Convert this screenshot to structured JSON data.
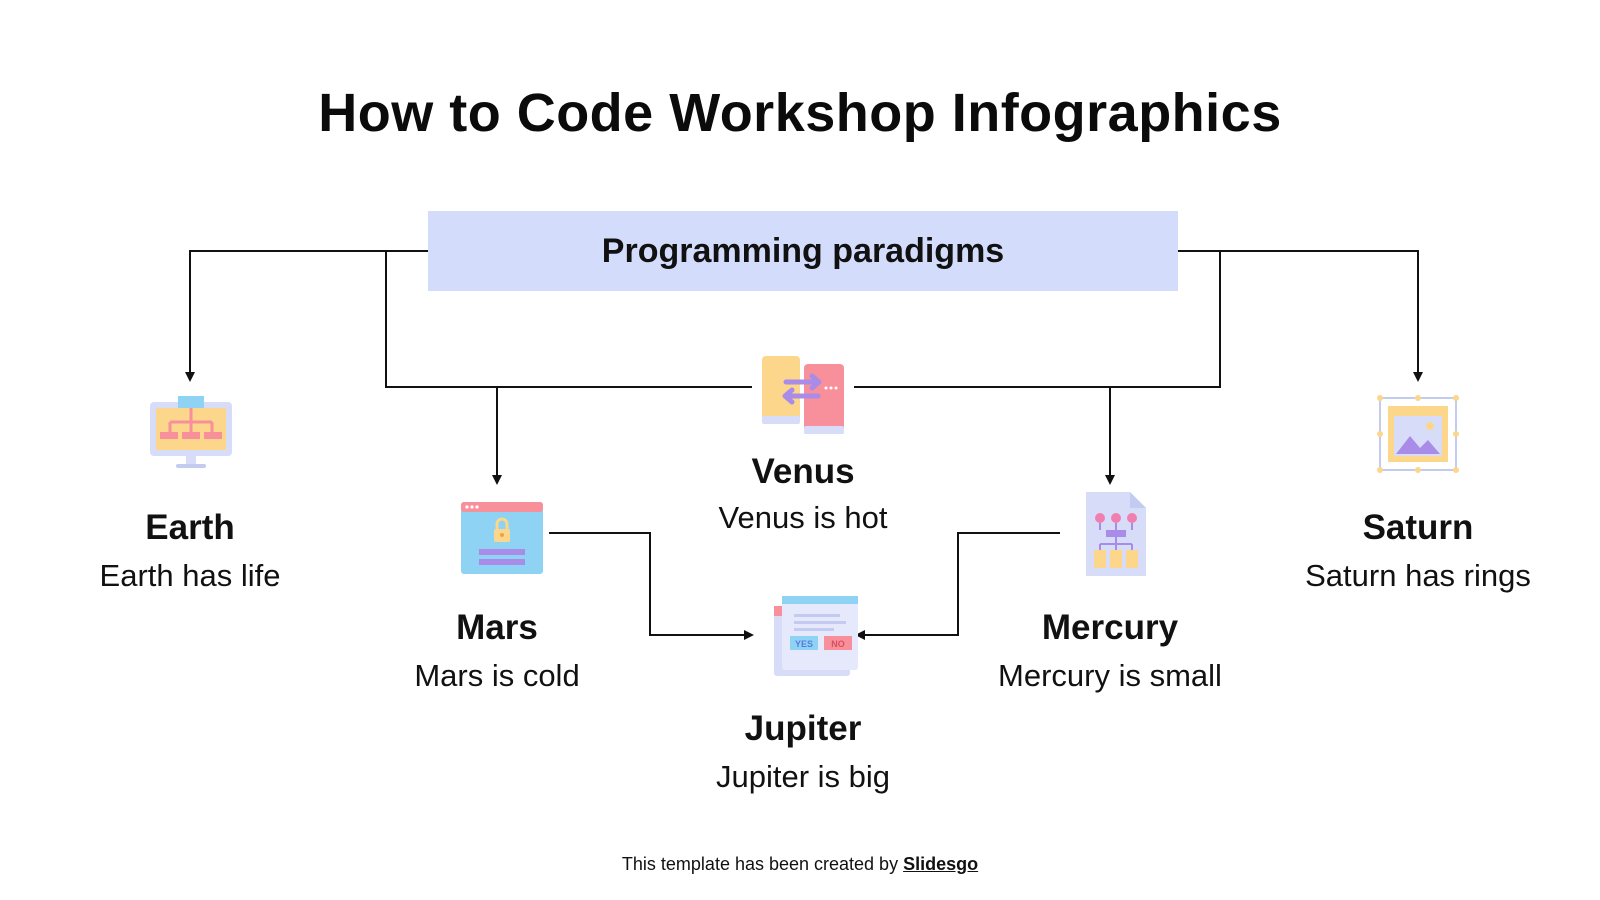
{
  "title": "How to Code Workshop Infographics",
  "center": {
    "label": "Programming paradigms"
  },
  "nodes": {
    "earth": {
      "heading": "Earth",
      "text": "Earth has life",
      "icon": "sitemap-monitor-icon"
    },
    "mars": {
      "heading": "Mars",
      "text": "Mars is cold",
      "icon": "locked-browser-icon"
    },
    "venus": {
      "heading": "Venus",
      "text": "Venus is hot",
      "icon": "phone-sync-icon"
    },
    "jupiter": {
      "heading": "Jupiter",
      "text": "Jupiter is big",
      "icon": "yes-no-window-icon"
    },
    "mercury": {
      "heading": "Mercury",
      "text": "Mercury is small",
      "icon": "flowchart-document-icon"
    },
    "saturn": {
      "heading": "Saturn",
      "text": "Saturn has rings",
      "icon": "image-frame-icon"
    }
  },
  "jupiter_icon_labels": {
    "yes": "YES",
    "no": "NO"
  },
  "footer": {
    "prefix": "This template has been created by ",
    "link": "Slidesgo"
  },
  "colors": {
    "center_box": "#d4dcfb",
    "yellow": "#fcd68a",
    "pink": "#f7909a",
    "purple": "#a98be8",
    "blue": "#8fd3f4",
    "lavender": "#d7dcf8"
  }
}
